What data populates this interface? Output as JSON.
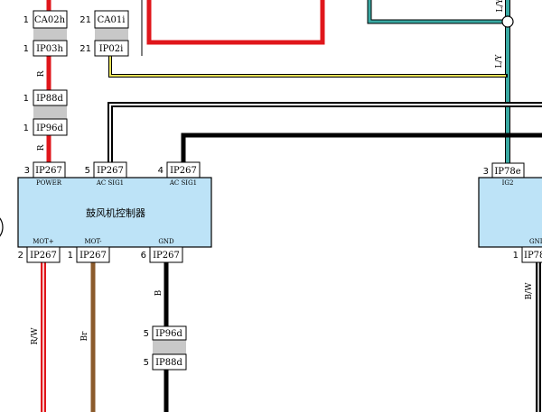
{
  "module": {
    "name": "鼓风机控制器",
    "signals": {
      "power": "POWER",
      "ac_sig1_a": "AC SIG1",
      "ac_sig1_b": "AC SIG1",
      "mot_plus": "MOT+",
      "mot_minus": "MOT-",
      "gnd": "GND"
    }
  },
  "right_module": {
    "signals": {
      "ig2": "IG2",
      "gnd": "GND"
    }
  },
  "connectors": {
    "ca02h": {
      "pin": "1",
      "id": "CA02h"
    },
    "ip03h": {
      "pin": "1",
      "id": "IP03h"
    },
    "ip88d_top": {
      "pin": "1",
      "id": "IP88d"
    },
    "ip96d_top": {
      "pin": "1",
      "id": "IP96d"
    },
    "ca01i": {
      "pin": "21",
      "id": "CA01i"
    },
    "ip02i": {
      "pin": "21",
      "id": "IP02i"
    },
    "ip267_power": {
      "pin": "3",
      "id": "IP267"
    },
    "ip267_acsig_a": {
      "pin": "5",
      "id": "IP267"
    },
    "ip267_acsig_b": {
      "pin": "4",
      "id": "IP267"
    },
    "ip267_motplus": {
      "pin": "2",
      "id": "IP267"
    },
    "ip267_motminus": {
      "pin": "1",
      "id": "IP267"
    },
    "ip267_gnd": {
      "pin": "6",
      "id": "IP267"
    },
    "ip96d_bottom": {
      "pin": "5",
      "id": "IP96d"
    },
    "ip88d_bottom": {
      "pin": "5",
      "id": "IP88d"
    },
    "ip78e": {
      "pin": "3",
      "id": "IP78e"
    },
    "ip78_bottom": {
      "pin": "1",
      "id": "IP78"
    }
  },
  "wires": {
    "r_top": "R",
    "r_mid": "R",
    "ly_top": "L/Y",
    "ly_mid": "L/Y",
    "rw": "R/W",
    "br": "Br",
    "b": "B",
    "bw": "B/W"
  },
  "colors": {
    "red": "#e0161b",
    "brown": "#8b5a2b",
    "black": "#000000",
    "teal": "#3aa9a3",
    "yellow": "#e9e45a",
    "module_fill": "#bde3f7",
    "connector_gap": "#c8c8c8"
  }
}
